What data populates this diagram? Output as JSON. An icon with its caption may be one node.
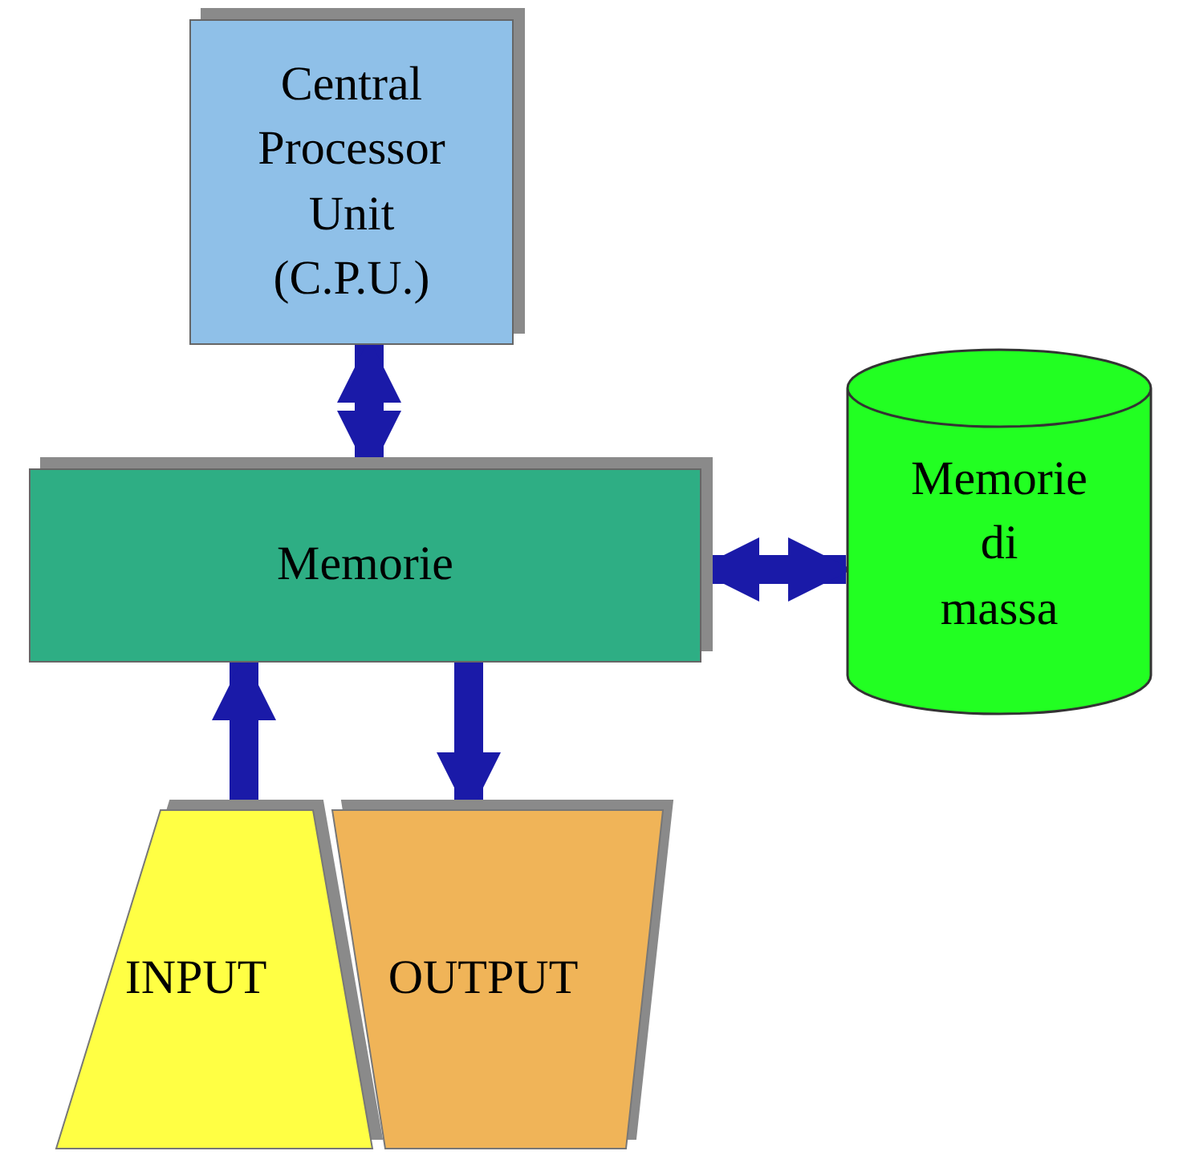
{
  "diagram": {
    "nodes": [
      {
        "text": [
          "Central Processor Unit (C.P.U.)"
        ]
      },
      {
        "text": [
          "Memorie"
        ]
      },
      {
        "text": [
          "Memorie di massa"
        ]
      },
      {
        "text": [
          "INPUT"
        ]
      },
      {
        "text": [
          "OUTPUT"
        ]
      }
    ],
    "edges": [
      {
        "from": 0,
        "to": 1,
        "arrow": "both"
      },
      {
        "from": 1,
        "to": 2,
        "arrow": "both"
      },
      {
        "from": 3,
        "to": 1,
        "arrow": "to"
      },
      {
        "from": 1,
        "to": 4,
        "arrow": "to"
      }
    ]
  }
}
